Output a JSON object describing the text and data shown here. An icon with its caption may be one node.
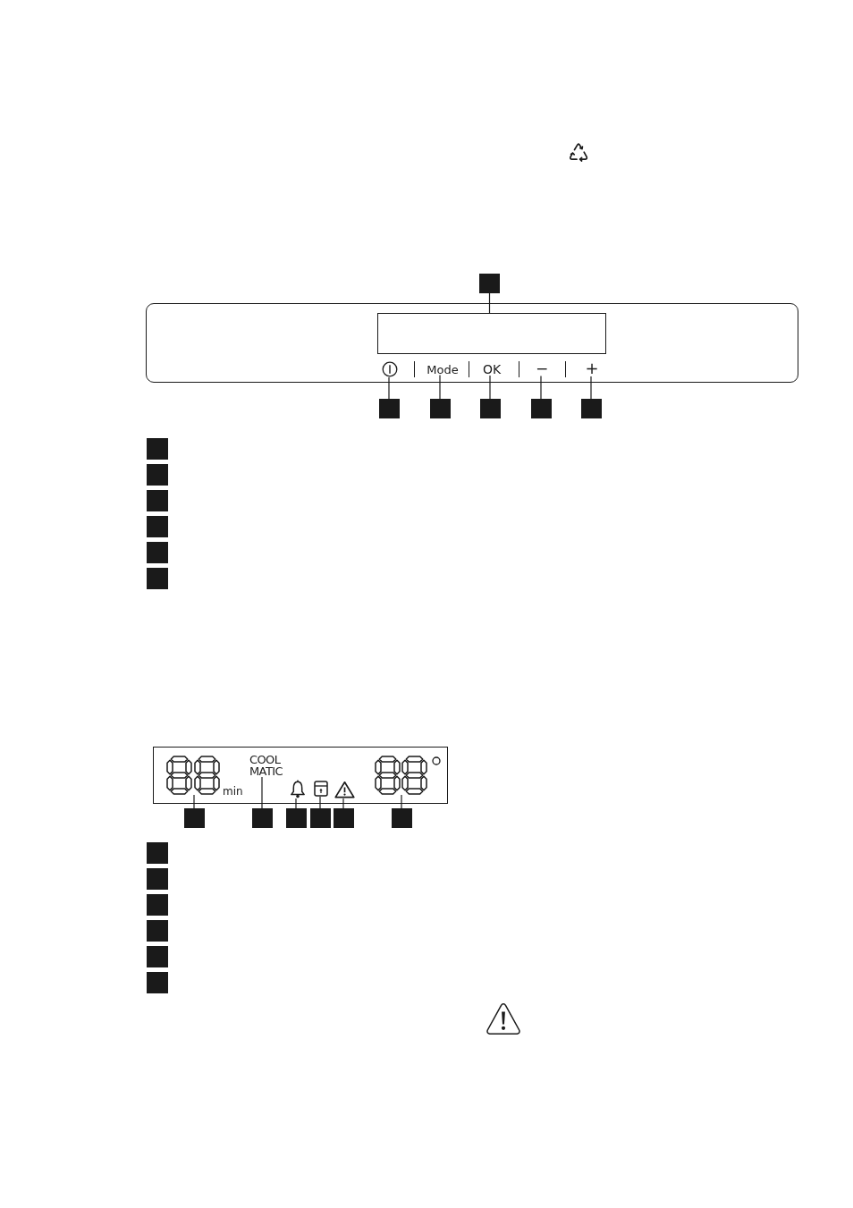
{
  "diagram": {
    "nodes": [
      {
        "text": [],
        "shape": "box"
      },
      {
        "text": [],
        "shape": "box"
      },
      {
        "text": [],
        "shape": "box",
        "in": 1
      },
      {
        "text": [],
        "shape": "picture",
        "in": 1
      },
      {
        "text": [
          "Mode"
        ],
        "in": 1
      },
      {
        "text": [
          "OK"
        ],
        "in": 1
      },
      {
        "text": [
          "−"
        ],
        "in": 1
      },
      {
        "text": [
          "+"
        ],
        "in": 1
      },
      {
        "text": [],
        "shape": "box"
      },
      {
        "text": [],
        "shape": "box"
      },
      {
        "text": [],
        "shape": "box"
      },
      {
        "text": [],
        "shape": "box"
      },
      {
        "text": [],
        "shape": "box"
      },
      {
        "text": [],
        "shape": "box"
      },
      {
        "text": [],
        "shape": "box"
      },
      {
        "text": [],
        "shape": "box"
      },
      {
        "text": [],
        "shape": "box"
      },
      {
        "text": [],
        "shape": "box"
      },
      {
        "text": [],
        "shape": "box"
      },
      {
        "text": [],
        "shape": "box"
      },
      {
        "text": [],
        "shape": "picture",
        "in": 19,
        "beside": [
          "min"
        ]
      },
      {
        "text": [
          "COOL MATIC"
        ],
        "in": 19
      },
      {
        "text": [],
        "shape": "picture",
        "in": 19
      },
      {
        "text": [],
        "shape": "picture",
        "in": 19
      },
      {
        "text": [],
        "shape": "picture",
        "in": 19
      },
      {
        "text": [],
        "shape": "picture",
        "in": 19
      },
      {
        "text": [],
        "shape": "box"
      },
      {
        "text": [],
        "shape": "box"
      },
      {
        "text": [],
        "shape": "box"
      },
      {
        "text": [],
        "shape": "box"
      },
      {
        "text": [],
        "shape": "box"
      },
      {
        "text": [],
        "shape": "box"
      },
      {
        "text": [],
        "shape": "box"
      },
      {
        "text": [],
        "shape": "box"
      },
      {
        "text": [],
        "shape": "box"
      },
      {
        "text": [],
        "shape": "box"
      },
      {
        "text": [],
        "shape": "box"
      },
      {
        "text": [],
        "shape": "box"
      }
    ],
    "edges": [
      {
        "from": 0,
        "to": 2,
        "arrow": "none"
      },
      {
        "from": 8,
        "to": 3,
        "arrow": "none"
      },
      {
        "from": 9,
        "to": 4,
        "arrow": "none"
      },
      {
        "from": 10,
        "to": 5,
        "arrow": "none"
      },
      {
        "from": 11,
        "to": 6,
        "arrow": "none"
      },
      {
        "from": 12,
        "to": 7,
        "arrow": "none"
      },
      {
        "from": 26,
        "to": 20,
        "arrow": "none"
      },
      {
        "from": 27,
        "to": 21,
        "arrow": "none"
      },
      {
        "from": 28,
        "to": 22,
        "arrow": "none"
      },
      {
        "from": 29,
        "to": 23,
        "arrow": "none"
      },
      {
        "from": 30,
        "to": 24,
        "arrow": "none"
      },
      {
        "from": 31,
        "to": 25,
        "arrow": "none"
      }
    ]
  }
}
